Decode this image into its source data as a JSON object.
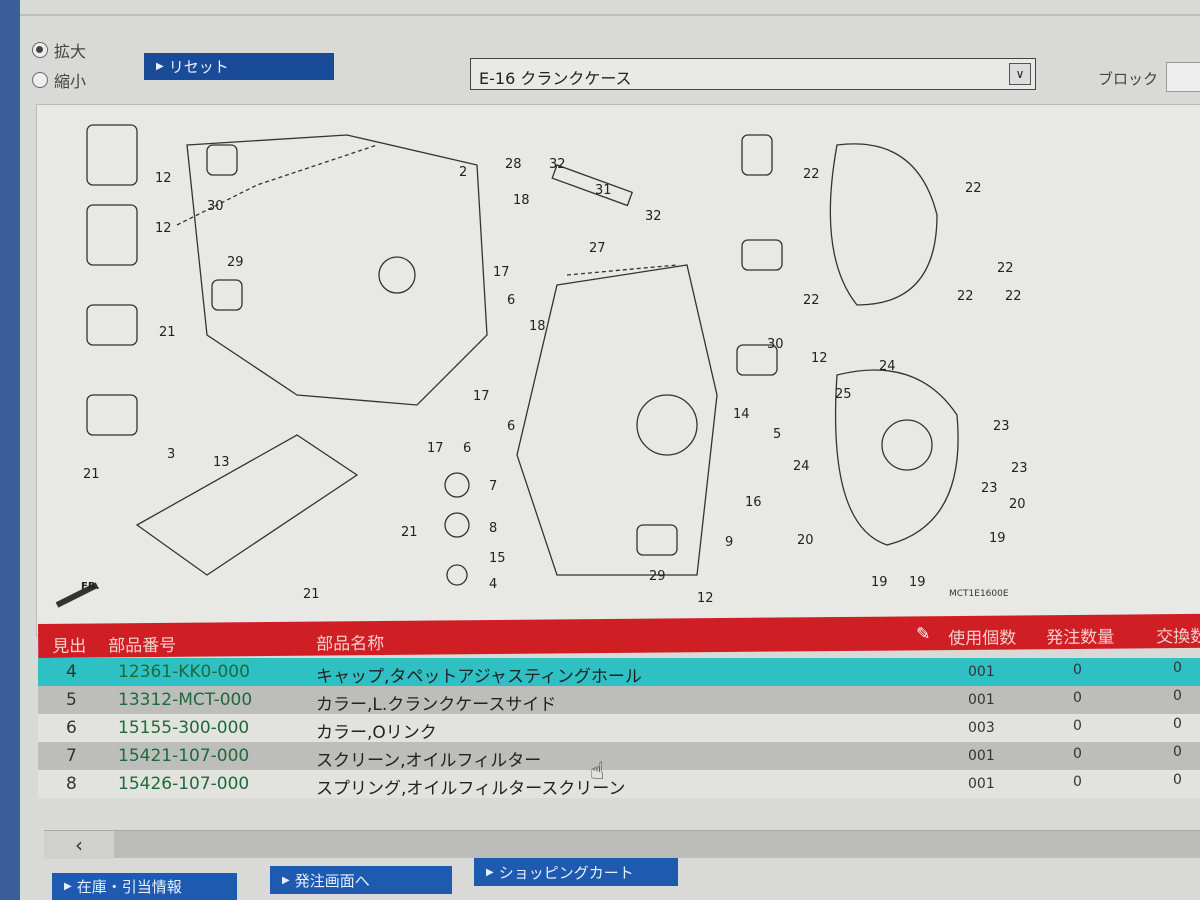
{
  "controls": {
    "zoom_in": "拡大",
    "zoom_out": "縮小",
    "reset": "リセット",
    "section": "E-16 クランクケース",
    "block_label": "ブロック"
  },
  "diagram": {
    "code": "MCT1E1600E",
    "fr": "FR.",
    "callouts": [
      "12",
      "12",
      "30",
      "29",
      "21",
      "3",
      "13",
      "21",
      "21",
      "21",
      "2",
      "28",
      "18",
      "17",
      "6",
      "18",
      "17",
      "6",
      "17",
      "6",
      "7",
      "8",
      "15",
      "4",
      "32",
      "31",
      "32",
      "27",
      "30",
      "29",
      "12",
      "9",
      "12",
      "14",
      "5",
      "16",
      "22",
      "22",
      "22",
      "22",
      "22",
      "22",
      "24",
      "25",
      "23",
      "23",
      "24",
      "23",
      "20",
      "20",
      "19",
      "19",
      "19"
    ]
  },
  "table": {
    "headers": [
      "見出",
      "部品番号",
      "部品名称",
      "使用個数",
      "発注数量",
      "交換数"
    ],
    "rows": [
      {
        "ref": "4",
        "part_no": "12361-KK0-000",
        "name": "キャップ,タペットアジャスティングホール",
        "qty": "001",
        "order": "0",
        "exchange": "0",
        "selected": true
      },
      {
        "ref": "5",
        "part_no": "13312-MCT-000",
        "name": "カラー,L.クランクケースサイド",
        "qty": "001",
        "order": "0",
        "exchange": "0"
      },
      {
        "ref": "6",
        "part_no": "15155-300-000",
        "name": "カラー,Oリンク",
        "qty": "003",
        "order": "0",
        "exchange": "0"
      },
      {
        "ref": "7",
        "part_no": "15421-107-000",
        "name": "スクリーン,オイルフィルター",
        "qty": "001",
        "order": "0",
        "exchange": "0"
      },
      {
        "ref": "8",
        "part_no": "15426-107-000",
        "name": "スプリング,オイルフィルタースクリーン",
        "qty": "001",
        "order": "0",
        "exchange": "0"
      }
    ]
  },
  "buttons": {
    "stock": "在庫・引当情報",
    "order": "発注画面へ",
    "cart": "ショッピングカート"
  }
}
